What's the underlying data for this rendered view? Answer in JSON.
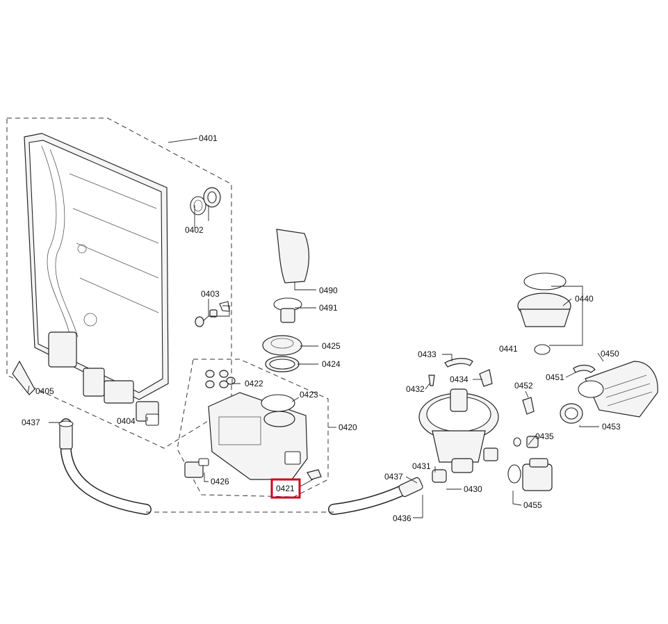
{
  "labels": {
    "0401": "0401",
    "0402": "0402",
    "0403": "0403",
    "0404": "0404",
    "0405": "0405",
    "0437a": "0437",
    "0490": "0490",
    "0491": "0491",
    "0425": "0425",
    "0424": "0424",
    "0422": "0422",
    "0423": "0423",
    "0420": "0420",
    "0426": "0426",
    "0421": "0421",
    "0433": "0433",
    "0432": "0432",
    "0434": "0434",
    "0452": "0452",
    "0440": "0440",
    "0441": "0441",
    "0450": "0450",
    "0451": "0451",
    "0453": "0453",
    "0435": "0435",
    "0431": "0431",
    "0437b": "0437",
    "0430": "0430",
    "0436": "0436",
    "0455": "0455"
  },
  "highlight": {
    "part": "0421",
    "color": "#d0021b"
  }
}
